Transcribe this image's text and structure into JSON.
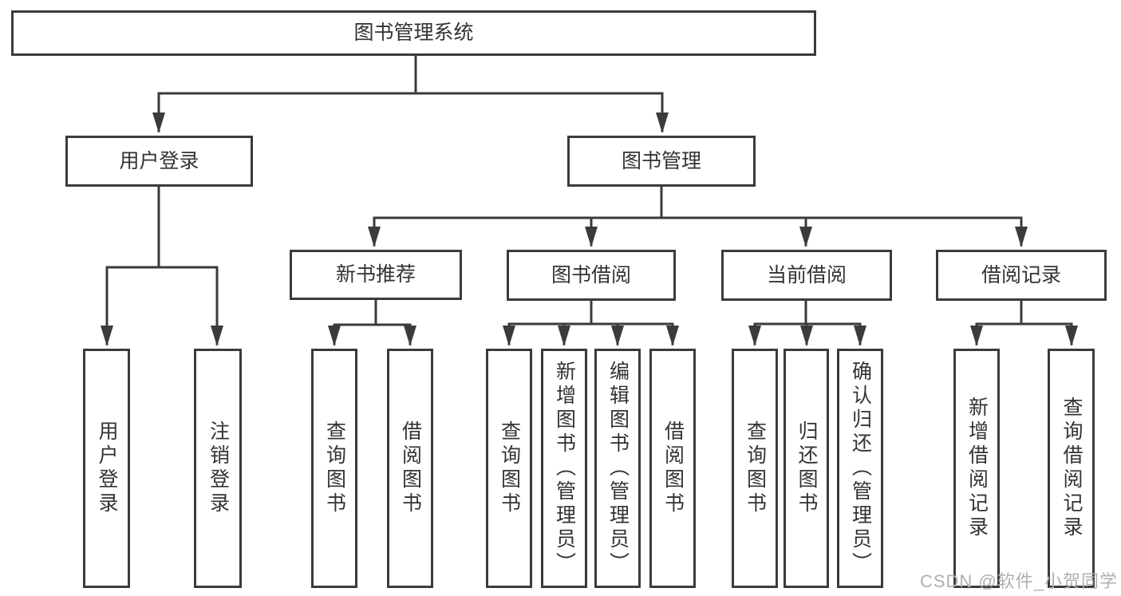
{
  "theme": {
    "line_color": "#3b3b3b",
    "text_color": "#333333",
    "watermark_color": "#b0b0b0",
    "background": "#ffffff"
  },
  "watermark": {
    "text": "CSDN @软件_小贺同学"
  },
  "tree": {
    "root": {
      "label": "图书管理系统"
    },
    "level2": {
      "user_login": {
        "label": "用户登录"
      },
      "book_mgmt": {
        "label": "图书管理"
      }
    },
    "level3": {
      "new_book_rec": {
        "label": "新书推荐"
      },
      "book_borrow": {
        "label": "图书借阅"
      },
      "current_borrow": {
        "label": "当前借阅"
      },
      "borrow_record": {
        "label": "借阅记录"
      }
    },
    "leaves": {
      "ul_user_login": {
        "label": "用户登录"
      },
      "ul_logout": {
        "label": "注销登录"
      },
      "nb_query_book": {
        "label": "查询图书"
      },
      "nb_borrow_book": {
        "label": "借阅图书"
      },
      "bb_query_book": {
        "label": "查询图书"
      },
      "bb_add_book_admin": {
        "label": "新增图书（管理员）"
      },
      "bb_edit_book_admin": {
        "label": "编辑图书（管理员）"
      },
      "bb_borrow_book": {
        "label": "借阅图书"
      },
      "cb_query_book": {
        "label": "查询图书"
      },
      "cb_return_book": {
        "label": "归还图书"
      },
      "cb_confirm_return_admin": {
        "label": "确认归还（管理员）"
      },
      "br_add_record": {
        "label": "新增借阅记录"
      },
      "br_query_record": {
        "label": "查询借阅记录"
      }
    }
  }
}
